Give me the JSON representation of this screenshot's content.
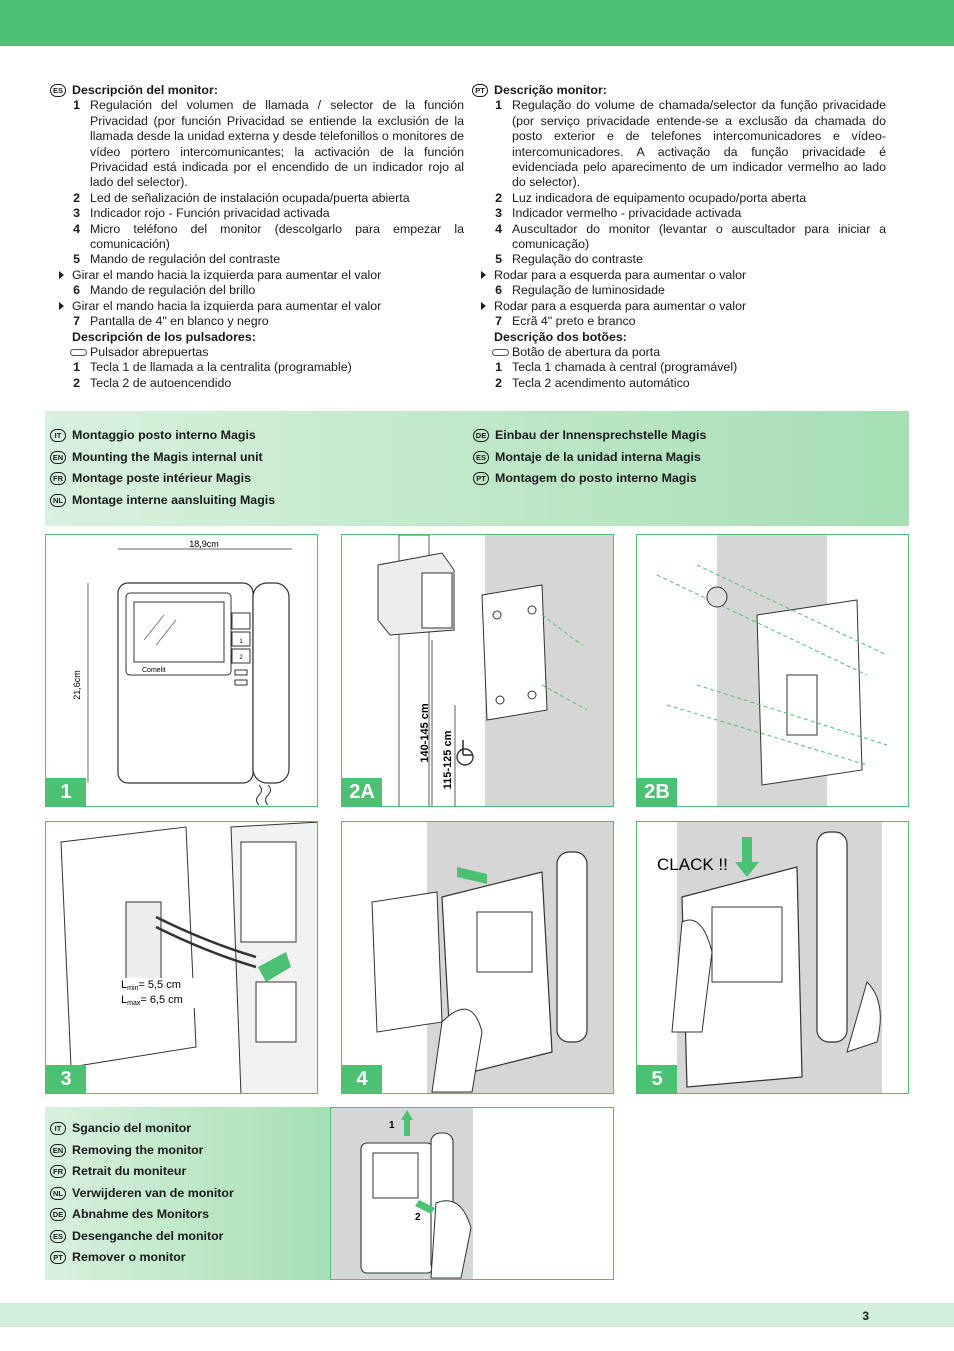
{
  "es": {
    "lang": "ES",
    "title": "Descripción del monitor:",
    "items": [
      {
        "n": "1",
        "t": "Regulación del volumen de llamada / selector de la función Privacidad (por función Privacidad se entiende la exclusión de la llamada desde la unidad externa y desde telefonillos o monitores de vídeo portero intercomunicantes; la activación de la función Privacidad está indicada por el encendido de un indicador rojo al lado del selector)."
      },
      {
        "n": "2",
        "t": "Led de señalización de instalación ocupada/puerta abierta"
      },
      {
        "n": "3",
        "t": "Indicador rojo - Función privacidad activada"
      },
      {
        "n": "4",
        "t": "Micro teléfono del monitor (descolgarlo para empezar la comunicación)"
      },
      {
        "n": "5",
        "t": "Mando de regulación del contraste"
      }
    ],
    "arrow1": "Girar el mando hacia la izquierda para aumentar el valor",
    "item6": {
      "n": "6",
      "t": "Mando de regulación del brillo"
    },
    "arrow2": "Girar el mando hacia la izquierda para aumentar el valor",
    "item7": {
      "n": "7",
      "t": "Pantalla de 4\" en blanco y negro"
    },
    "buttons_title": "Descripción de los pulsadores:",
    "key_label": "Pulsador abrepuertas",
    "btn1": {
      "n": "1",
      "t": "Tecla 1 de llamada a la centralita (programable)"
    },
    "btn2": {
      "n": "2",
      "t": "Tecla 2 de autoencendido"
    }
  },
  "pt": {
    "lang": "PT",
    "title": "Descrição monitor:",
    "items": [
      {
        "n": "1",
        "t": "Regulação do volume de chamada/selector da função privacidade (por serviço privacidade entende-se a exclusão da chamada do posto exterior e de telefones intercomunicadores e vídeo-intercomunicadores. A activação da função privacidade é evidenciada pelo aparecimento de um indicador vermelho ao lado do selector)."
      },
      {
        "n": "2",
        "t": "Luz indicadora de equipamento ocupado/porta aberta"
      },
      {
        "n": "3",
        "t": "Indicador vermelho - privacidade activada"
      },
      {
        "n": "4",
        "t": "Auscultador do monitor (levantar o auscultador para iniciar a comunicação)"
      },
      {
        "n": "5",
        "t": "Regulação do contraste"
      }
    ],
    "arrow1": "Rodar para a esquerda para aumentar o valor",
    "item6": {
      "n": "6",
      "t": "Regulação de luminosidade"
    },
    "arrow2": "Rodar para a esquerda para aumentar o valor",
    "item7": {
      "n": "7",
      "t": "Ecrã 4\" preto e branco"
    },
    "buttons_title": "Descrição dos botões:",
    "key_label": "Botão de abertura da porta",
    "btn1": {
      "n": "1",
      "t": "Tecla 1 chamada à central (programável)"
    },
    "btn2": {
      "n": "2",
      "t": "Tecla 2 acendimento automático"
    }
  },
  "mounting_left": [
    {
      "lang": "IT",
      "t": "Montaggio posto interno Magis"
    },
    {
      "lang": "EN",
      "t": "Mounting the Magis internal unit"
    },
    {
      "lang": "FR",
      "t": "Montage poste intérieur Magis"
    },
    {
      "lang": "NL",
      "t": "Montage interne aansluiting Magis"
    }
  ],
  "mounting_right": [
    {
      "lang": "DE",
      "t": "Einbau der Innensprechstelle Magis"
    },
    {
      "lang": "ES",
      "t": "Montaje de la unidad interna Magis"
    },
    {
      "lang": "PT",
      "t": "Montagem do posto interno Magis"
    }
  ],
  "figures": {
    "f1": {
      "num": "1",
      "width_label": "18,9cm",
      "height_label": "21,6cm",
      "brand": "Comelit",
      "btn1": "1",
      "btn2": "2"
    },
    "f2a": {
      "num": "2A",
      "h1": "140-145 cm",
      "h2": "115-125 cm",
      "access_icon": "wheelchair-icon"
    },
    "f2b": {
      "num": "2B"
    },
    "f3": {
      "num": "3",
      "lmin": "L",
      "lmin_sub": "min",
      "lmin_val": "= 5,5 cm",
      "lmax": "L",
      "lmax_sub": "max",
      "lmax_val": "= 6,5 cm"
    },
    "f4": {
      "num": "4"
    },
    "f5": {
      "num": "5",
      "clack": "CLACK !!"
    },
    "f6": {
      "step1": "1",
      "step2": "2"
    }
  },
  "removing": [
    {
      "lang": "IT",
      "t": "Sgancio del monitor"
    },
    {
      "lang": "EN",
      "t": "Removing the monitor"
    },
    {
      "lang": "FR",
      "t": "Retrait du moniteur"
    },
    {
      "lang": "NL",
      "t": "Verwijderen van de monitor"
    },
    {
      "lang": "DE",
      "t": "Abnahme des Monitors"
    },
    {
      "lang": "ES",
      "t": "Desenganche del monitor"
    },
    {
      "lang": "PT",
      "t": "Remover o monitor"
    }
  ],
  "page_number": "3",
  "colors": {
    "accent": "#4dc173",
    "band_light": "#d9f1de",
    "band_dark": "#a6dfb4"
  }
}
